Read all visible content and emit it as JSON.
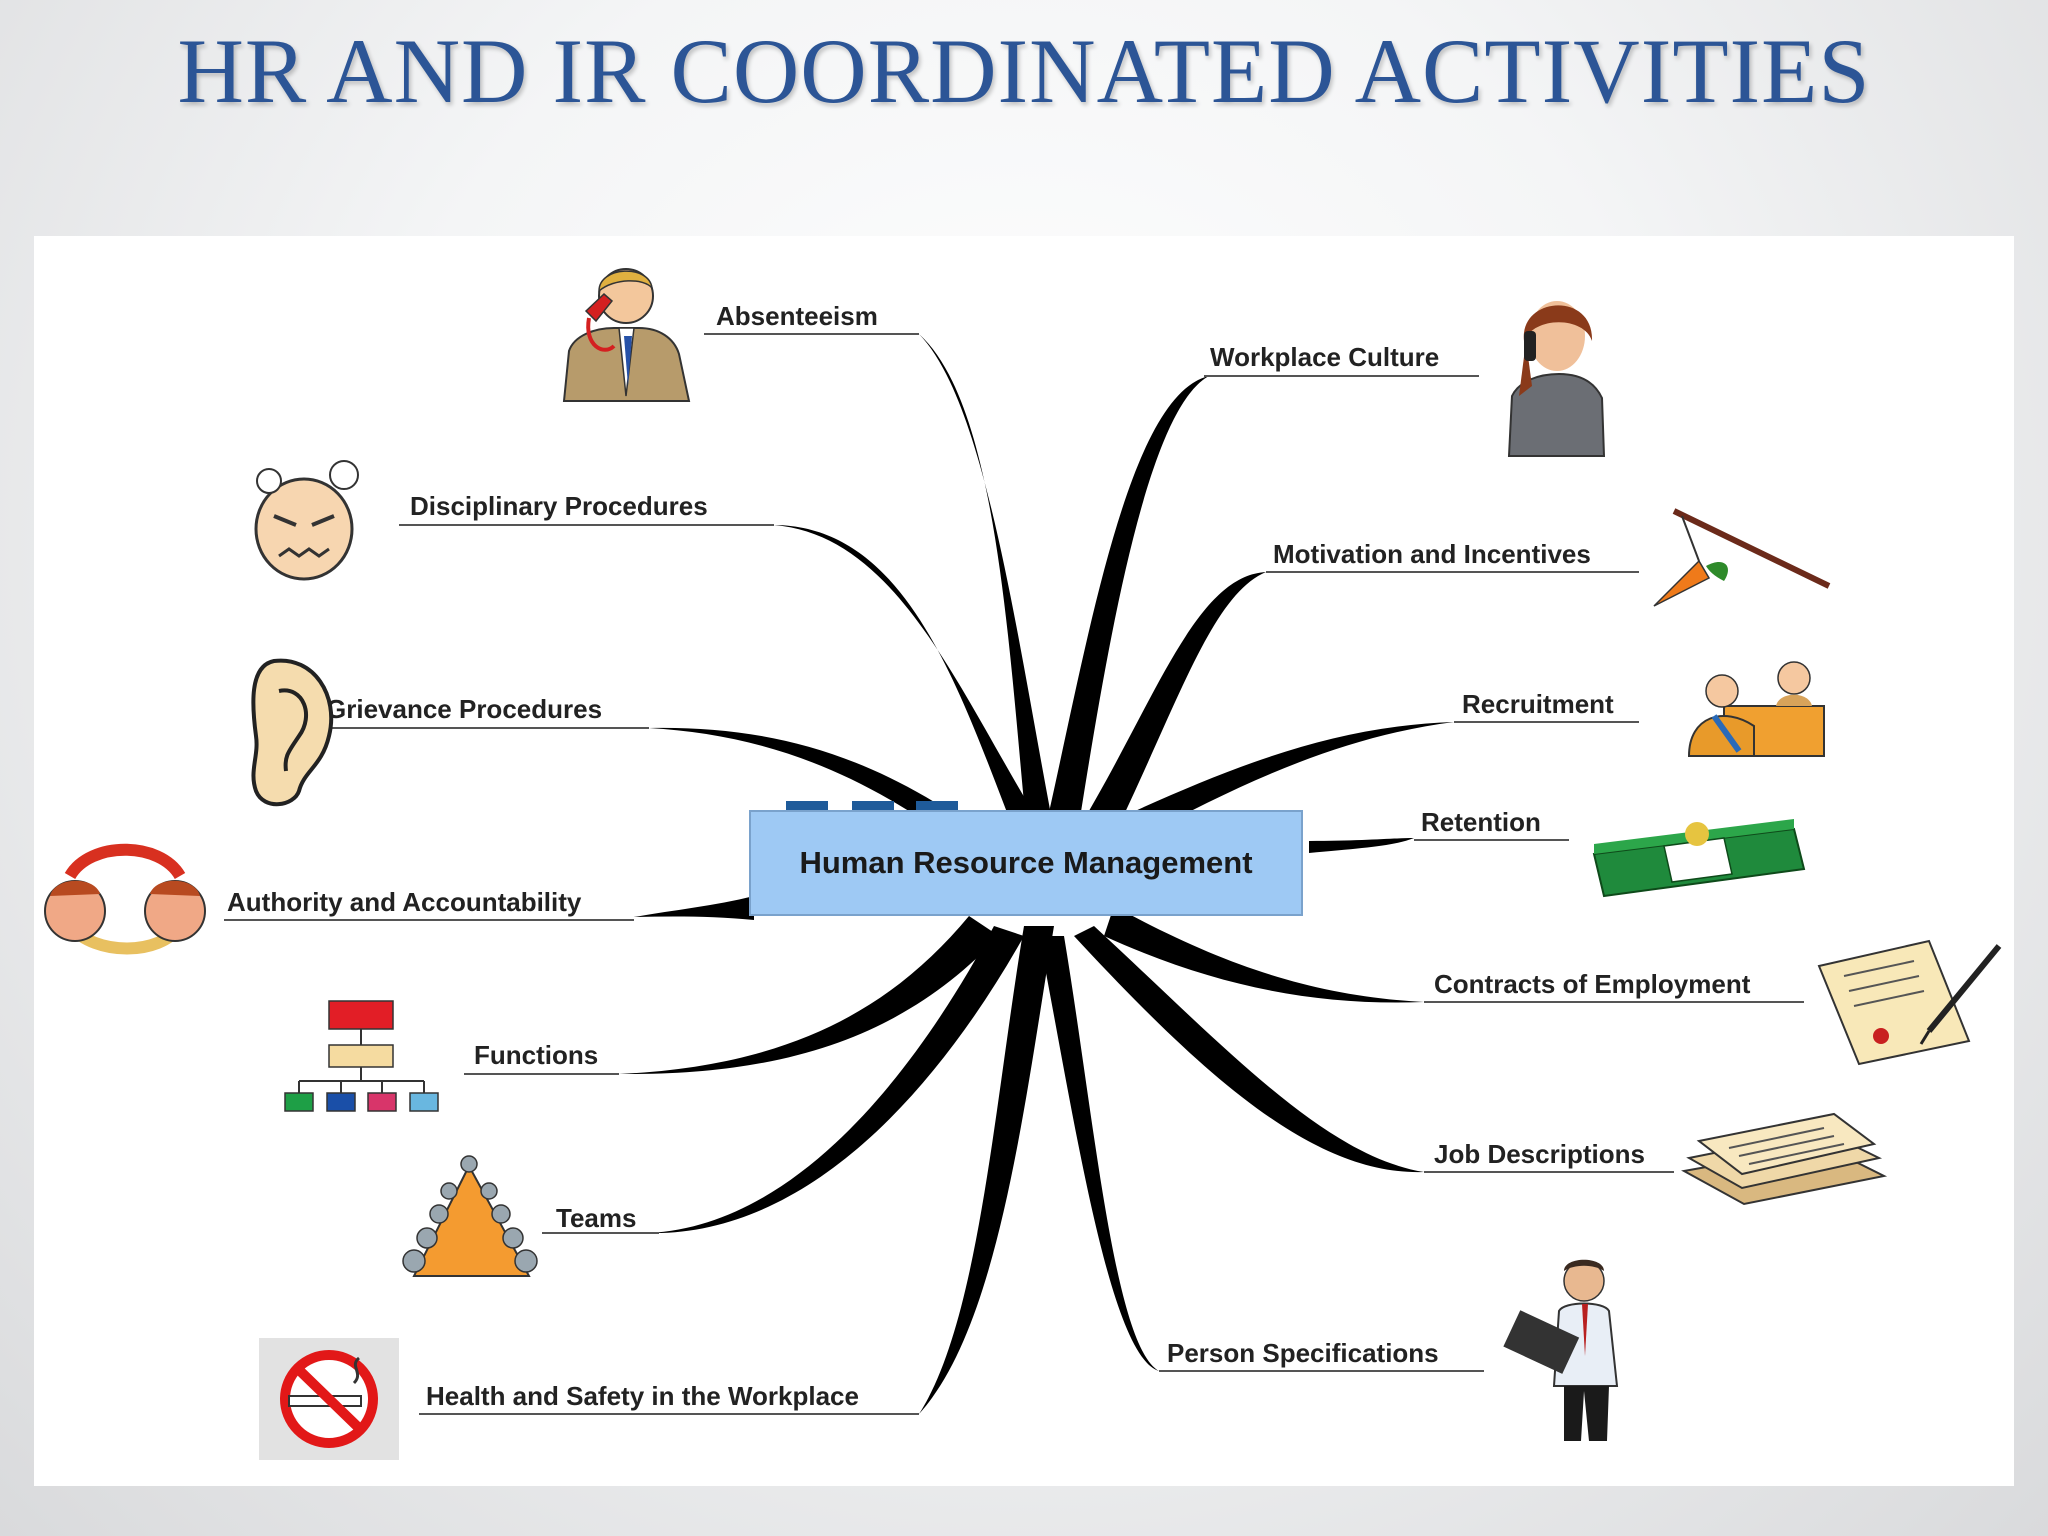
{
  "title": "HR AND IR COORDINATED ACTIVITIES",
  "center": {
    "label": "Human Resource Management",
    "color": "#9ec9f4"
  },
  "branches_left": [
    {
      "label": "Absenteeism",
      "icon": "phone-caller-icon"
    },
    {
      "label": "Disciplinary Procedures",
      "icon": "angry-face-icon"
    },
    {
      "label": "Grievance Procedures",
      "icon": "ear-icon"
    },
    {
      "label": "Authority and Accountability",
      "icon": "exchange-faces-icon"
    },
    {
      "label": "Functions",
      "icon": "org-chart-icon"
    },
    {
      "label": "Teams",
      "icon": "meeting-table-icon"
    },
    {
      "label": "Health and Safety in the Workplace",
      "icon": "no-smoking-icon"
    }
  ],
  "branches_right": [
    {
      "label": "Workplace Culture",
      "icon": "woman-on-phone-icon"
    },
    {
      "label": "Motivation and Incentives",
      "icon": "carrot-on-stick-icon"
    },
    {
      "label": "Recruitment",
      "icon": "interview-desk-icon"
    },
    {
      "label": "Retention",
      "icon": "money-stack-icon"
    },
    {
      "label": "Contracts of Employment",
      "icon": "signed-contract-icon"
    },
    {
      "label": "Job Descriptions",
      "icon": "paper-stack-icon"
    },
    {
      "label": "Person Specifications",
      "icon": "man-with-laptop-icon"
    }
  ],
  "colors": {
    "title": "#2c5596",
    "branch": "#000000",
    "center_tab": "#1f5b9a"
  }
}
